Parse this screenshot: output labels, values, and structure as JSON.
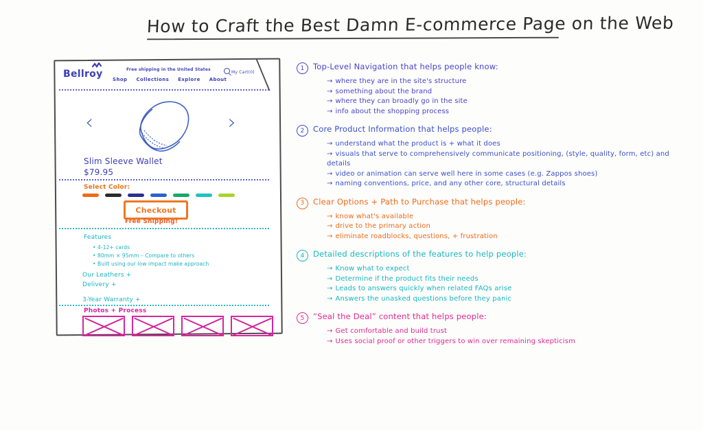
{
  "title": "How to Craft the Best Damn E-commerce Page on the Web",
  "colors": {
    "purple": "#4a43c7",
    "blue": "#3a4fc9",
    "orange": "#ef6a18",
    "teal": "#16b6c1",
    "magenta": "#e0288f",
    "ink": "#2b2b2b"
  },
  "mockup": {
    "logo": "Bellroy",
    "shipping_banner": "Free shipping in the United States",
    "nav": [
      "Shop",
      "Collections",
      "Explore",
      "About"
    ],
    "cart_label": "My Cart(0)",
    "carousel": {
      "prev": "‹",
      "next": "›"
    },
    "product": {
      "name": "Slim Sleeve Wallet",
      "price": "$79.95",
      "select_color_label": "Select Color:",
      "swatches": [
        "#ef6a18",
        "#2b2b2b",
        "#2a2f8f",
        "#2f5fd0",
        "#19a86a",
        "#1fc2c2",
        "#a8d42a"
      ],
      "checkout_label": "Checkout",
      "free_shipping_label": "Free Shipping!"
    },
    "features": {
      "heading": "Features",
      "bullets": [
        "4-12+ cards",
        "80mm × 95mm – Compare to others",
        "Built using our low impact make approach"
      ],
      "accordions": [
        "Our Leathers  +",
        "Delivery      +",
        "3-Year Warranty +"
      ]
    },
    "photos": {
      "heading": "Photos + Process",
      "box_count": 4
    }
  },
  "notes": [
    {
      "number": "1",
      "heading": "Top-Level Navigation that helps people know:",
      "points": [
        "where they are in the site's structure",
        "something about the brand",
        "where they can broadly go in the site",
        "info about the shopping process"
      ]
    },
    {
      "number": "2",
      "heading": "Core Product Information that helps people:",
      "points": [
        "understand what the product is + what it does",
        "visuals that serve to comprehensively communicate positioning, (style, quality, form, etc) and details",
        "video or animation can serve well here in some cases (e.g. Zappos shoes)",
        "naming conventions, price, and any other core, structural details"
      ]
    },
    {
      "number": "3",
      "heading": "Clear Options + Path to Purchase that helps people:",
      "points": [
        "know what's available",
        "drive to the primary action",
        "eliminate roadblocks, questions, + frustration"
      ]
    },
    {
      "number": "4",
      "heading": "Detailed descriptions of the features to help people:",
      "points": [
        "Know what to expect",
        "Determine if the product fits their needs",
        "Leads to answers quickly when related FAQs arise",
        "Answers the unasked questions before they panic"
      ]
    },
    {
      "number": "5",
      "heading": "“Seal the Deal” content that helps people:",
      "points": [
        "Get comfortable and build trust",
        "Uses social proof or other triggers to win over remaining skepticism"
      ]
    }
  ]
}
